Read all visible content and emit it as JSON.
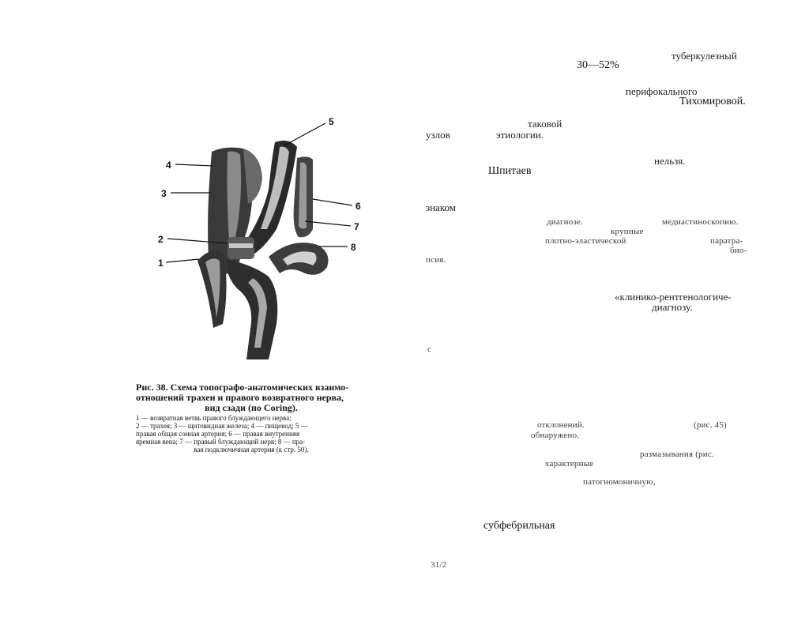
{
  "figure": {
    "labels": [
      "1",
      "2",
      "3",
      "4",
      "5",
      "6",
      "7",
      "8"
    ]
  },
  "caption": {
    "title_lines": [
      "Рис. 38. Схема топографо-анатомических взаимо-",
      "отношений трахеи и правого возвратного нерва,",
      "вид сзади (по Coring)."
    ],
    "legend_lines": [
      "1 — возвратная ветвь правого блуждающего нерва;",
      "2 — трахея; 3 — щитовидная железа; 4 — пищевод; 5 —",
      "правая общая сонная артерия; 6 — правая внутренняя",
      "яремная вена; 7 — правый блуждающий нерв; 8 — пра-",
      "вая подключичная артерия (к стр. 50)."
    ]
  },
  "text": {
    "t01": "туберкулезный",
    "t02": "30—52%",
    "t03": "перифокального",
    "t04": "Тихомировой.",
    "t05": "таковой",
    "t06": "узлов",
    "t07": "этиологии.",
    "t08": "нельзя.",
    "t09": "Шпитаев",
    "t10": "знаком",
    "t11": "диагнозе.",
    "t12": "медиастиноскопию.",
    "t13": "крупные",
    "t14": "плотно-эластической",
    "t15": "паратра-",
    "t16": "био-",
    "t17": "псия.",
    "t18": "«клинико-рентгенологиче-",
    "t19": "диагнозу.",
    "t20": "с",
    "t21": "отклонений.",
    "t22": "(рис. 45)",
    "t23": "обнаружено.",
    "t24": "размазывания (рис.",
    "t25": "характерные",
    "t26": "патогномоничную,",
    "t27": "субфебрильная",
    "page_number": "31/2"
  }
}
